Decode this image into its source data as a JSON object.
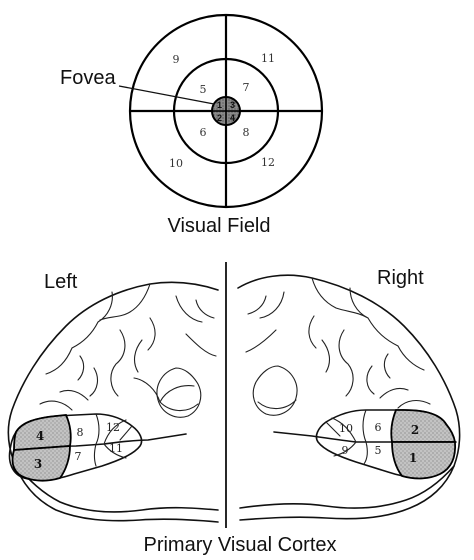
{
  "visual_field": {
    "title": "Visual Field",
    "fovea_label": "Fovea",
    "outer_quadrants": {
      "upper_left": "9",
      "upper_right": "11",
      "lower_left": "10",
      "lower_right": "12"
    },
    "middle_quadrants": {
      "upper_left": "5",
      "upper_right": "7",
      "lower_left": "6",
      "lower_right": "8"
    },
    "foveal_quadrants": {
      "upper_left": "1",
      "upper_right": "3",
      "lower_left": "2",
      "lower_right": "4"
    }
  },
  "cortex": {
    "title": "Primary Visual Cortex",
    "left_label": "Left",
    "right_label": "Right",
    "left_regions": {
      "upper_shaded": "4",
      "lower_shaded": "3",
      "upper_mid": "8",
      "lower_mid": "7",
      "upper_far": "12",
      "lower_far": "11"
    },
    "right_regions": {
      "upper_shaded": "2",
      "lower_shaded": "1",
      "upper_mid": "6",
      "lower_mid": "5",
      "upper_far": "10",
      "lower_far": "9"
    }
  },
  "colors": {
    "ink": "#111111",
    "shade": "#b4b4b4",
    "fovea_fill": "#7a7a7a"
  }
}
